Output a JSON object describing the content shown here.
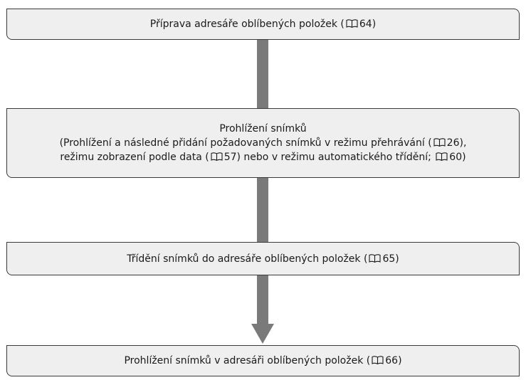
{
  "colors": {
    "box_fill": "#efefef",
    "box_border": "#3a3a3a",
    "connector": "#7a7a7a"
  },
  "steps": [
    {
      "lines": [
        {
          "before": "Příprava adresáře oblíbených položek (",
          "page": "64",
          "after": ")"
        }
      ]
    },
    {
      "lines": [
        {
          "text": "Prohlížení snímků"
        },
        {
          "before": "(Prohlížení a následné přidání požadovaných snímků v režimu přehrávání (",
          "page": "26",
          "after": "),"
        },
        {
          "before": "režimu zobrazení podle data (",
          "page": "57",
          "middle": ") nebo v režimu automatického třídění; ",
          "page2": "60",
          "after": ")"
        }
      ]
    },
    {
      "lines": [
        {
          "before": "Třídění snímků do adresáře oblíbených položek (",
          "page": "65",
          "after": ")"
        }
      ]
    },
    {
      "lines": [
        {
          "before": "Prohlížení snímků v adresáři oblíbených položek (",
          "page": "66",
          "after": ")"
        }
      ]
    }
  ],
  "reference_icon": "book-reference-icon"
}
